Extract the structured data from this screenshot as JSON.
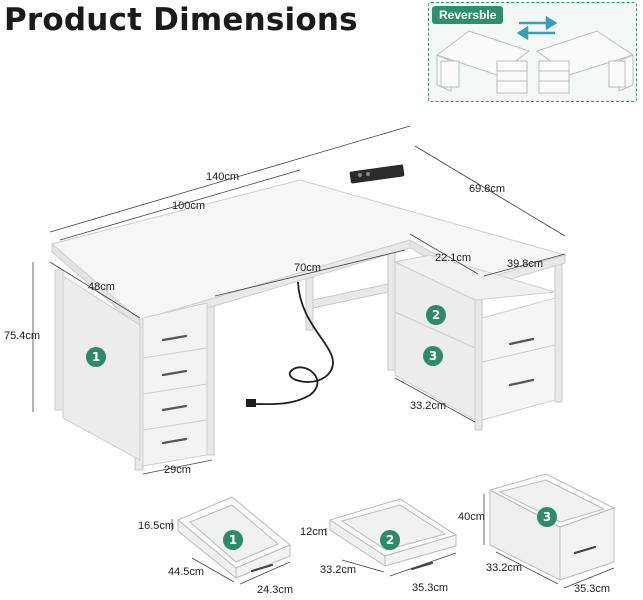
{
  "header": {
    "title": "Product Dimensions"
  },
  "reversible": {
    "label": "Reversble"
  },
  "dimensions": {
    "total_width": "140cm",
    "top_width": "100cm",
    "depth_right": "69.8cm",
    "depth_left": "48cm",
    "height": "75.4cm",
    "inner_width": "70cm",
    "return_depth": "22.1cm",
    "return_width": "39.8cm",
    "cabinet_depth": "33.2cm",
    "drawer_width": "29cm"
  },
  "badges": [
    "1",
    "2",
    "3"
  ],
  "drawers": [
    {
      "badge": "1",
      "height": "16.5cm",
      "depth": "44.5cm",
      "width": "24.3cm"
    },
    {
      "badge": "2",
      "height": "12cm",
      "depth": "33.2cm",
      "width": "35.3cm"
    },
    {
      "badge": "3",
      "height": "40cm",
      "depth": "33.2cm",
      "width": "35.3cm"
    }
  ],
  "colors": {
    "accent": "#2e8a69",
    "desk": "#f4f4f4",
    "frame": "#e6e6e6",
    "line": "#333333"
  }
}
